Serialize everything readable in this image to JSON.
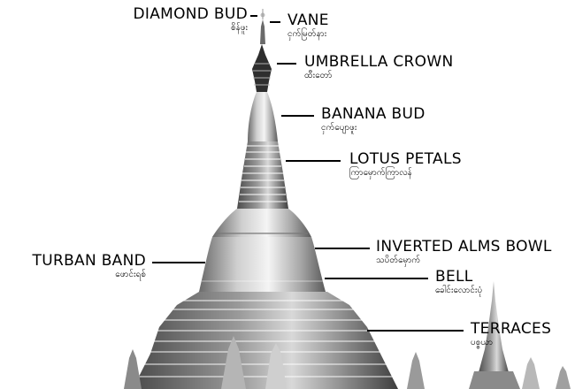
{
  "labels": {
    "diamond_bud": {
      "en": "DIAMOND BUD",
      "my": "စိန်ဖူး"
    },
    "vane": {
      "en": "VANE",
      "my": "ငှက်မြတ်နား"
    },
    "umbrella_crown": {
      "en": "UMBRELLA CROWN",
      "my": "ထီးတော်"
    },
    "banana_bud": {
      "en": "BANANA BUD",
      "my": "ငှက်ပျောဖူး"
    },
    "lotus_petals": {
      "en": "LOTUS PETALS",
      "my": "ကြာမှောက်ကြာလန်"
    },
    "inverted_alms_bowl": {
      "en": "INVERTED ALMS BOWL",
      "my": "သပိတ်မှောက်"
    },
    "turban_band": {
      "en": "TURBAN BAND",
      "my": "ဖောင်းရစ်"
    },
    "bell": {
      "en": "BELL",
      "my": "ခေါင်းလောင်းပုံ"
    },
    "terraces": {
      "en": "TERRACES",
      "my": "ပစ္စယာ"
    }
  },
  "colors": {
    "background": "#ffffff",
    "text": "#000000",
    "stupa_light": "#e8e8e8",
    "stupa_dark": "#4a4a4a"
  }
}
